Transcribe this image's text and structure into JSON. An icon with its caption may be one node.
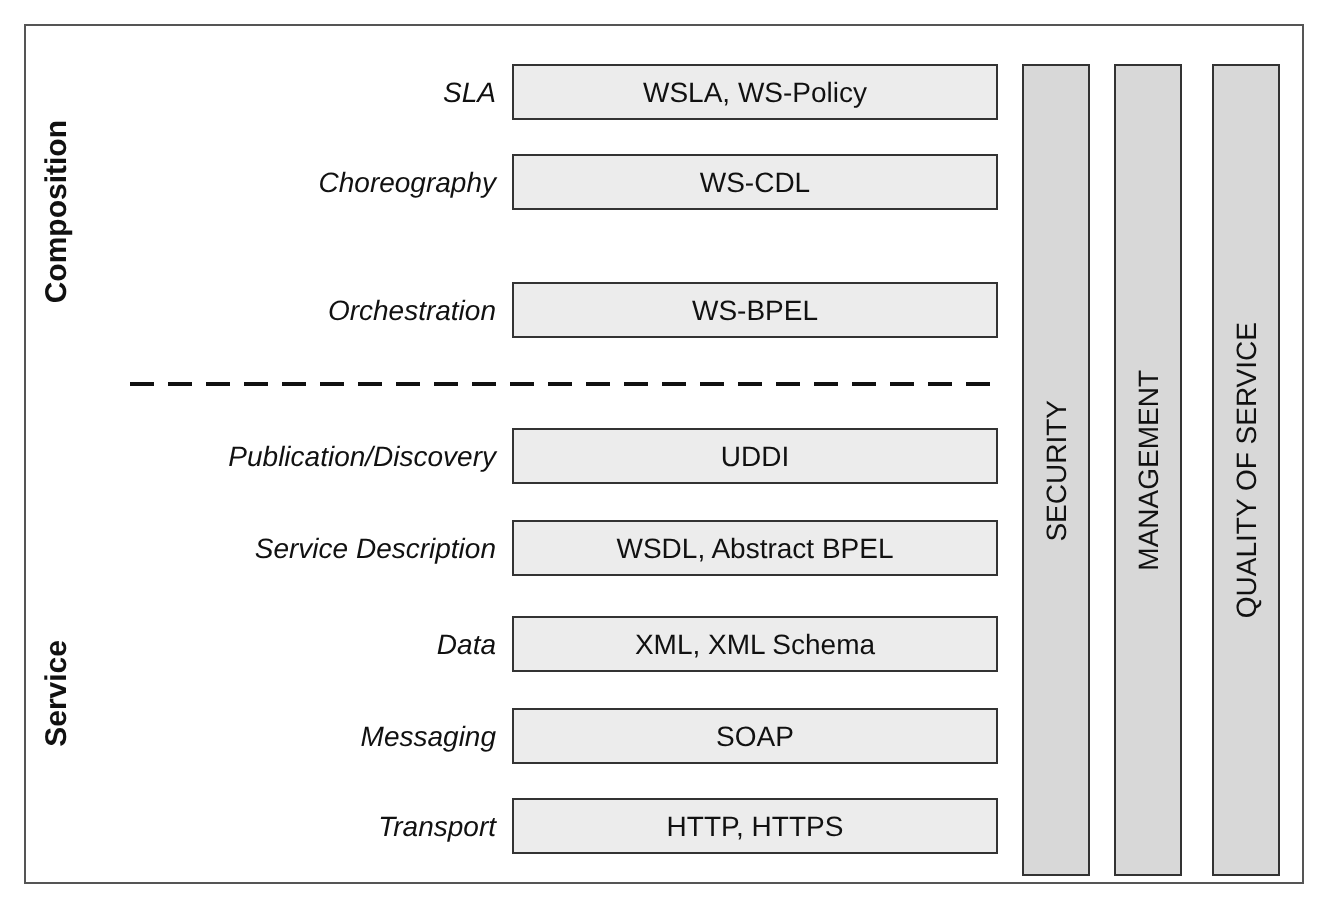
{
  "diagram": {
    "nodes": [
      {
        "text": [
          "WSLA, WS-Policy"
        ],
        "beside": [
          "SLA"
        ]
      },
      {
        "text": [
          "WS-CDL"
        ],
        "beside": [
          "Choreography"
        ]
      },
      {
        "text": [
          "WS-BPEL"
        ],
        "beside": [
          "Orchestration"
        ]
      },
      {
        "text": [
          "UDDI"
        ],
        "beside": [
          "Publication/Discovery"
        ]
      },
      {
        "text": [
          "WSDL, Abstract BPEL"
        ],
        "beside": [
          "Service Description"
        ]
      },
      {
        "text": [
          "XML, XML Schema"
        ],
        "beside": [
          "Data"
        ]
      },
      {
        "text": [
          "SOAP"
        ],
        "beside": [
          "Messaging"
        ]
      },
      {
        "text": [
          "HTTP, HTTPS"
        ],
        "beside": [
          "Transport"
        ]
      },
      {
        "text": [
          "SECURITY"
        ]
      },
      {
        "text": [
          "MANAGEMENT"
        ]
      },
      {
        "text": [
          "QUALITY OF SERVICE"
        ]
      }
    ],
    "labels": [
      "Composition",
      "Service"
    ]
  }
}
